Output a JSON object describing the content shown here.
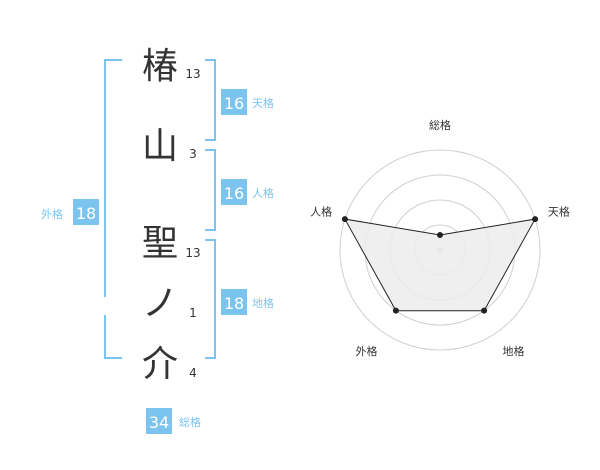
{
  "chars": [
    {
      "char": "椿",
      "strokes": "13"
    },
    {
      "char": "山",
      "strokes": "3"
    },
    {
      "char": "聖",
      "strokes": "13"
    },
    {
      "char": "ノ",
      "strokes": "1"
    },
    {
      "char": "介",
      "strokes": "4"
    }
  ],
  "fortunes": {
    "tenkaku": {
      "value": "16",
      "label": "天格"
    },
    "jinkaku": {
      "value": "16",
      "label": "人格"
    },
    "chikaku": {
      "value": "18",
      "label": "地格"
    },
    "gaikaku": {
      "value": "18",
      "label": "外格"
    },
    "soukaku": {
      "value": "34",
      "label": "総格"
    }
  },
  "colors": {
    "bracket": "#7cc4f0",
    "badge_bg": "#7cc4f0",
    "badge_text": "#ffffff",
    "label": "#7cc4f0",
    "grid": "#d0d0d0",
    "area": "#ececec",
    "line": "#222222"
  },
  "chart_data": {
    "type": "radar",
    "axes": [
      "総格",
      "天格",
      "地格",
      "外格",
      "人格"
    ],
    "values": [
      0.15,
      1.0,
      0.75,
      0.75,
      1.0
    ],
    "range": [
      0,
      1
    ],
    "rings": 4,
    "grid": true
  }
}
